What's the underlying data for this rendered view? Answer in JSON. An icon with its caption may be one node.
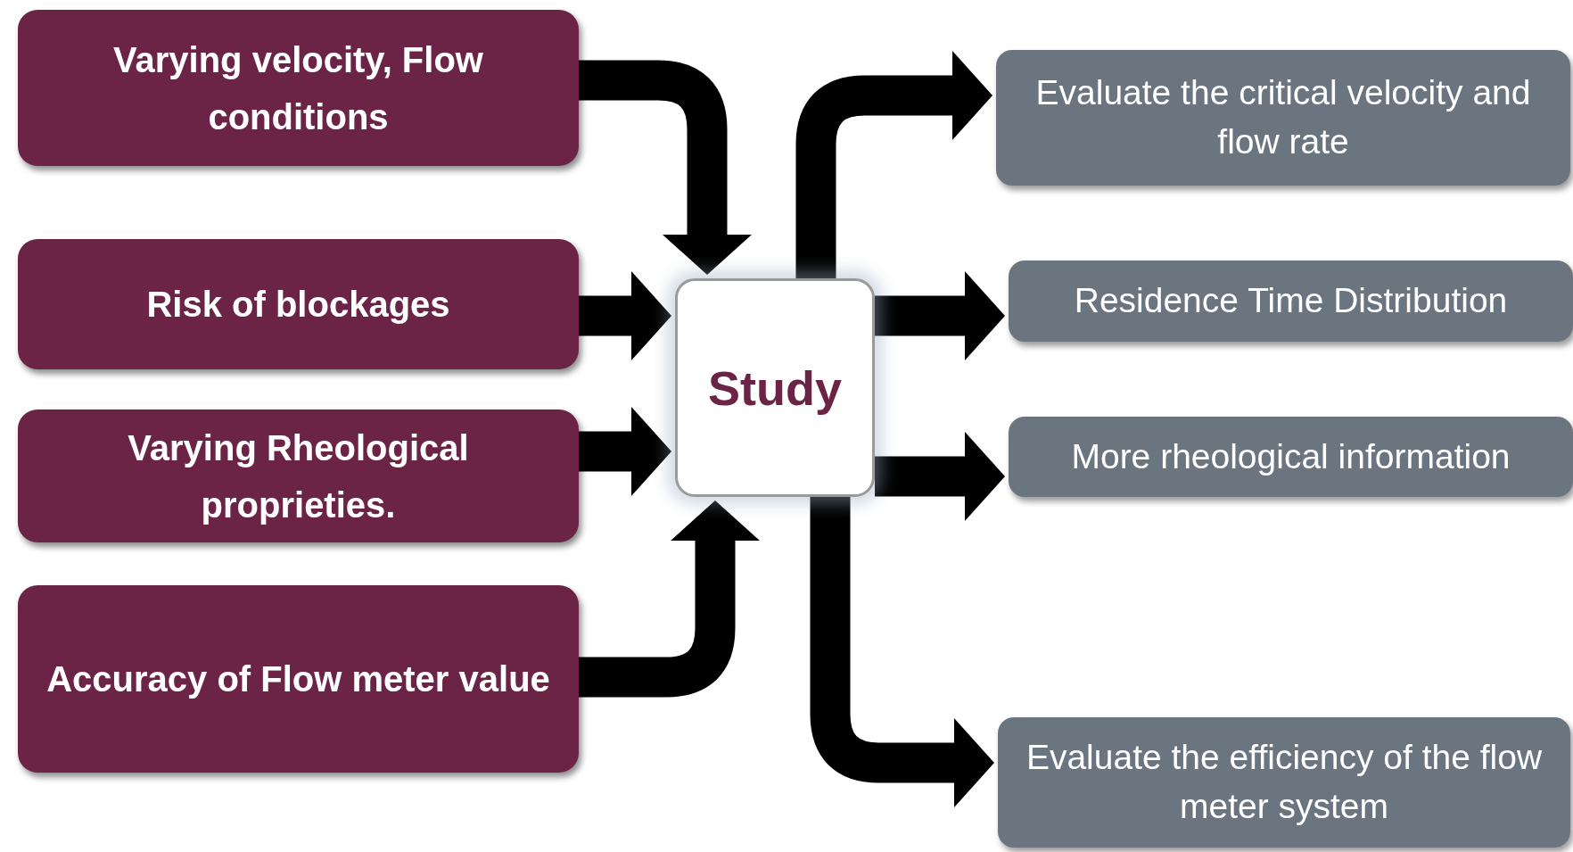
{
  "diagram": {
    "nodes": [
      {
        "text": [
          "Varying velocity, Flow conditions"
        ]
      },
      {
        "text": [
          "Risk of blockages"
        ]
      },
      {
        "text": [
          "Varying Rheological proprieties."
        ]
      },
      {
        "text": [
          "Accuracy of Flow meter value"
        ]
      },
      {
        "text": [
          "Study"
        ]
      },
      {
        "text": [
          "Evaluate the critical velocity and flow rate"
        ]
      },
      {
        "text": [
          "Residence Time Distribution"
        ]
      },
      {
        "text": [
          "More rheological information"
        ]
      },
      {
        "text": [
          "Evaluate the efficiency of the flow meter system"
        ]
      }
    ],
    "edges": [
      {
        "from": 0,
        "to": 4,
        "arrow": "to"
      },
      {
        "from": 1,
        "to": 4,
        "arrow": "to"
      },
      {
        "from": 2,
        "to": 4,
        "arrow": "to"
      },
      {
        "from": 3,
        "to": 4,
        "arrow": "to"
      },
      {
        "from": 4,
        "to": 5,
        "arrow": "to"
      },
      {
        "from": 4,
        "to": 6,
        "arrow": "to"
      },
      {
        "from": 4,
        "to": 7,
        "arrow": "to"
      },
      {
        "from": 4,
        "to": 8,
        "arrow": "to"
      }
    ]
  }
}
